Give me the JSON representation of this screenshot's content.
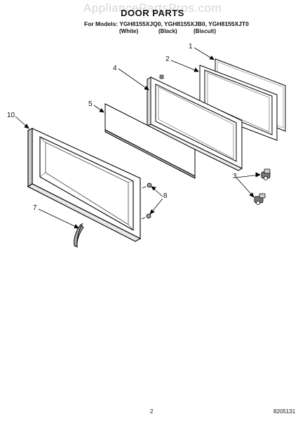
{
  "watermark": "AppliancePartsPros.com",
  "title": "DOOR PARTS",
  "models_line": "For Models: YGH8155XJQ0, YGH8155XJB0, YGH8155XJT0",
  "variants": [
    "(White)",
    "(Black)",
    "(Biscuit)"
  ],
  "callouts": [
    "1",
    "2",
    "3",
    "4",
    "5",
    "7",
    "8",
    "10"
  ],
  "footer": {
    "page": "2",
    "doc_number": "8205131"
  }
}
